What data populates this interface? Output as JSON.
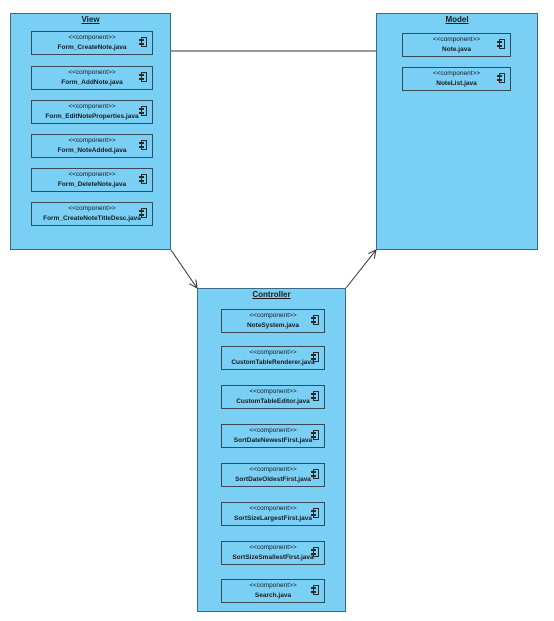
{
  "view": {
    "title": "View",
    "components": [
      {
        "stereotype": "<<component>>",
        "name": "Form_CreateNote.java"
      },
      {
        "stereotype": "<<component>>",
        "name": "Form_AddNote.java"
      },
      {
        "stereotype": "<<component>>",
        "name": "Form_EditNoteProperties.java"
      },
      {
        "stereotype": "<<component>>",
        "name": "Form_NoteAdded.java"
      },
      {
        "stereotype": "<<component>>",
        "name": "Form_DeleteNote.java"
      },
      {
        "stereotype": "<<component>>",
        "name": "Form_CreateNoteTitleDesc.java"
      }
    ]
  },
  "model": {
    "title": "Model",
    "components": [
      {
        "stereotype": "<<component>>",
        "name": "Note.java"
      },
      {
        "stereotype": "<<component>>",
        "name": "NoteList.java"
      }
    ]
  },
  "controller": {
    "title": "Controller",
    "components": [
      {
        "stereotype": "<<component>>",
        "name": "NoteSystem.java"
      },
      {
        "stereotype": "<<component>>",
        "name": "CustomTableRenderer.java"
      },
      {
        "stereotype": "<<component>>",
        "name": "CustomTableEditor.java"
      },
      {
        "stereotype": "<<component>>",
        "name": "SortDateNewestFirst.java"
      },
      {
        "stereotype": "<<component>>",
        "name": "SortDateOldestFirst.java"
      },
      {
        "stereotype": "<<component>>",
        "name": "SortSizeLargestFirst.java"
      },
      {
        "stereotype": "<<component>>",
        "name": "SortSizeSmallestFirst.java"
      },
      {
        "stereotype": "<<component>>",
        "name": "Search.java"
      }
    ]
  }
}
